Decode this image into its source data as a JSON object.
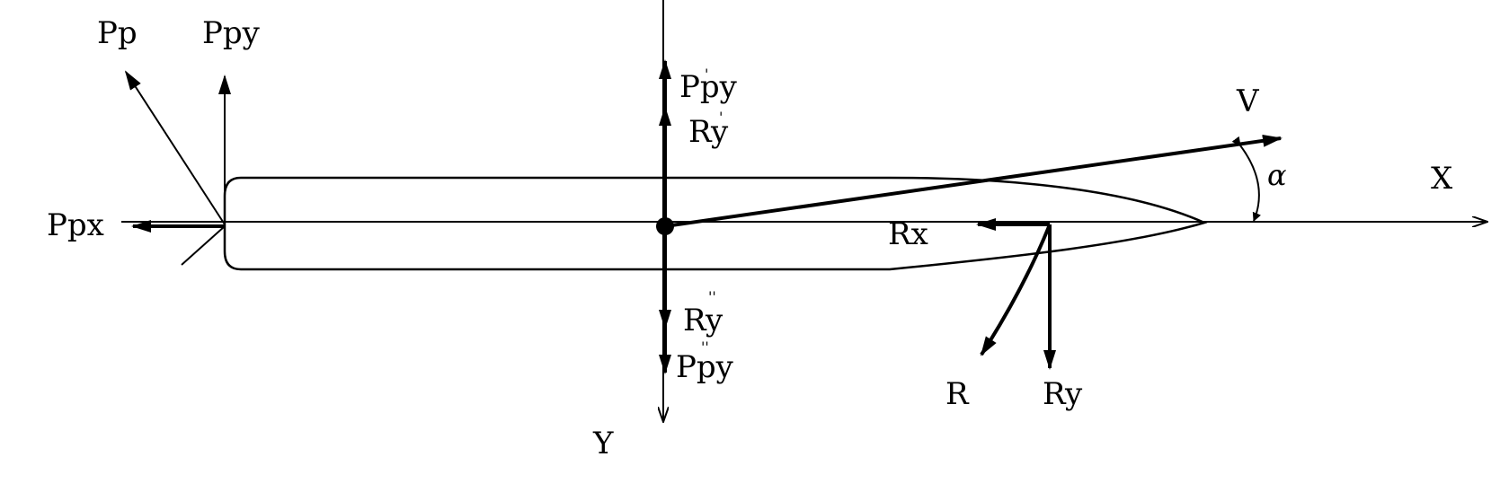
{
  "labels": {
    "pp": "Pp",
    "ppy": "Ppy",
    "ppx": "Ppx",
    "ppy_prime_main": "Ppy",
    "ppy_prime_mark": "'",
    "ry_prime_main": "Ry",
    "ry_prime_mark": "'",
    "ry_dprime_main": "Ry",
    "ry_dprime_mark": "''",
    "ppy_dprime_main": "Ppy",
    "ppy_dprime_mark": "''",
    "v": "V",
    "alpha": "α",
    "x": "X",
    "rx": "Rx",
    "r": "R",
    "ry": "Ry",
    "y": "Y"
  }
}
